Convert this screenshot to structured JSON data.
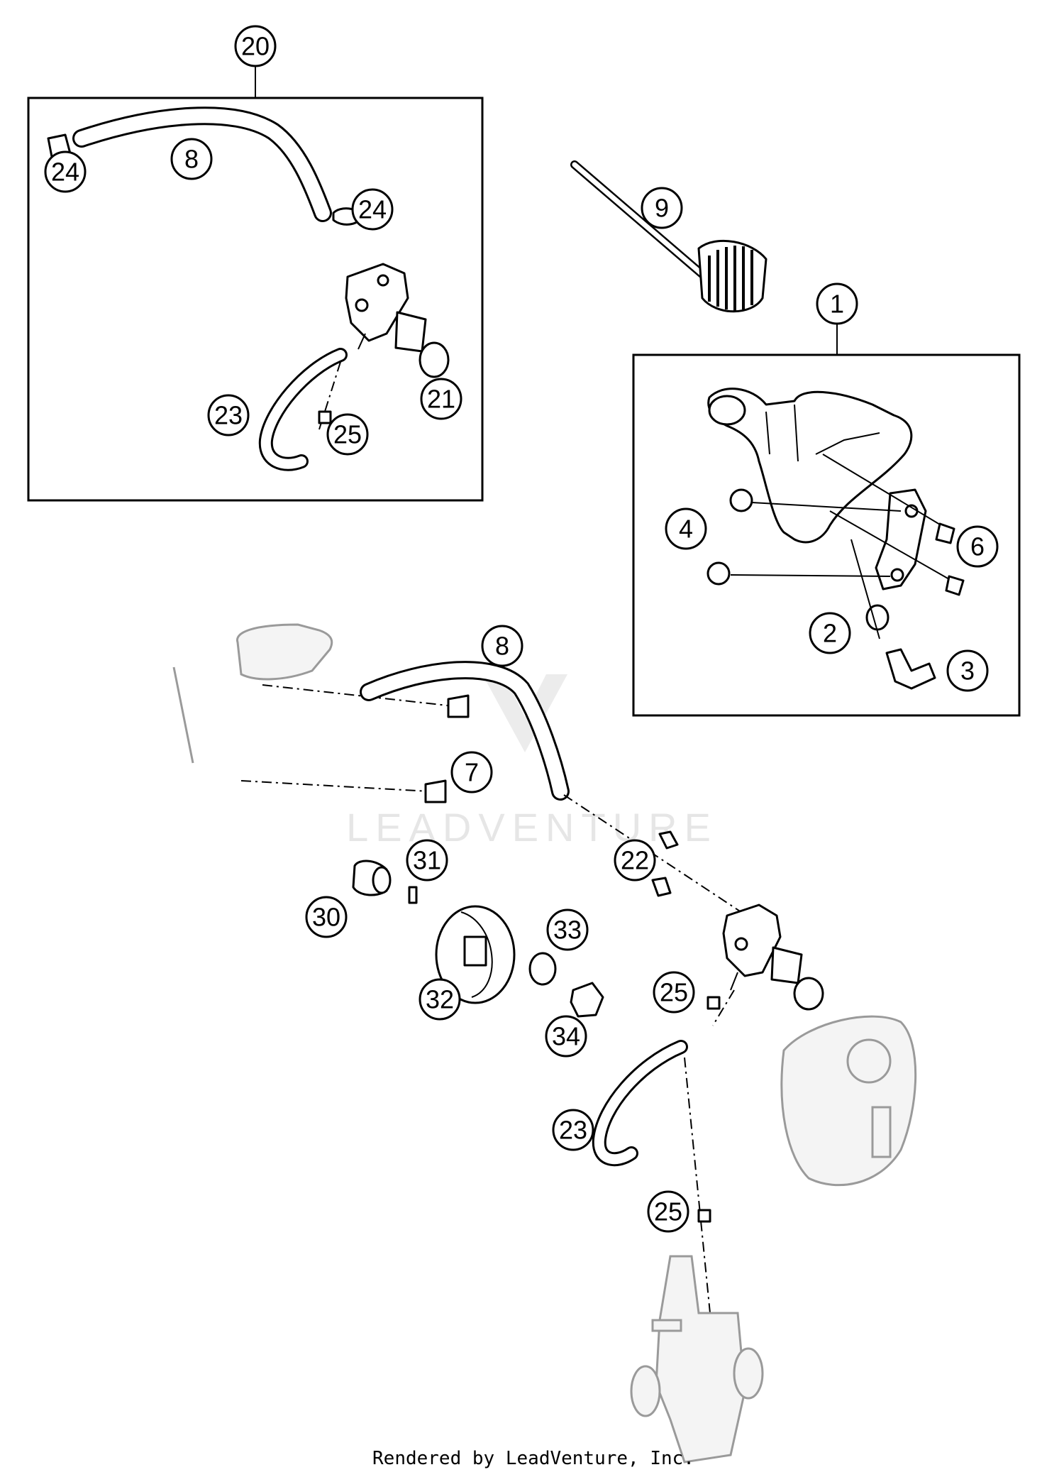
{
  "watermark": "LEADVENTURE",
  "footer": "Rendered by LeadVenture, Inc.",
  "callouts": {
    "c20": "20",
    "c8a": "8",
    "c24a": "24",
    "c24b": "24",
    "c21": "21",
    "c23a": "23",
    "c25a": "25",
    "c9": "9",
    "c1": "1",
    "c4": "4",
    "c6": "6",
    "c2": "2",
    "c3": "3",
    "c8b": "8",
    "c7": "7",
    "c31": "31",
    "c22": "22",
    "c30": "30",
    "c33": "33",
    "c32": "32",
    "c25b": "25",
    "c34": "34",
    "c23b": "23",
    "c25c": "25"
  }
}
